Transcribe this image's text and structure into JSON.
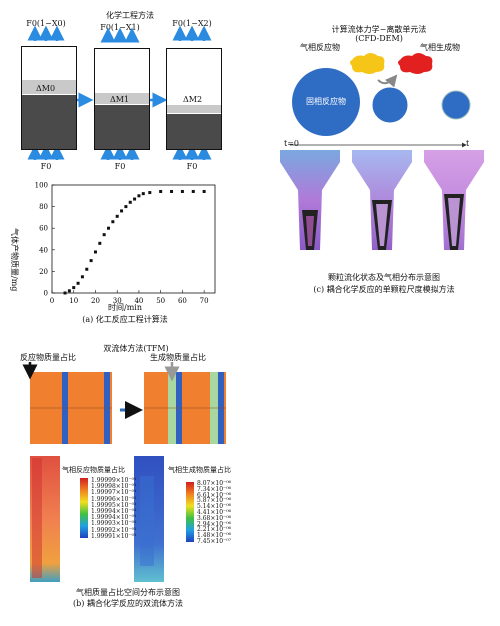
{
  "panel_a": {
    "header_center": "化学工程方法",
    "top_labels": [
      "F0(1−X0)",
      "F0(1−X1)",
      "F0(1−X2)"
    ],
    "mass_labels": [
      "ΔM0",
      "ΔM1",
      "ΔM2"
    ],
    "bottom_labels": [
      "F0",
      "F0",
      "F0"
    ],
    "caption": "(a) 化工反应工程计算法"
  },
  "chart_data": {
    "type": "scatter",
    "title": "",
    "xlabel": "时间/min",
    "ylabel": "气体产物质量/mg",
    "xlim": [
      0,
      75
    ],
    "ylim": [
      0,
      100
    ],
    "xticks": [
      0,
      10,
      20,
      30,
      40,
      50,
      60,
      70
    ],
    "yticks": [
      0,
      20,
      40,
      60,
      80,
      100
    ],
    "x": [
      6,
      8,
      10,
      12,
      14,
      16,
      18,
      20,
      22,
      24,
      26,
      28,
      30,
      32,
      34,
      36,
      38,
      40,
      42,
      45,
      50,
      55,
      60,
      65,
      70
    ],
    "y": [
      0,
      2,
      5,
      9,
      15,
      22,
      30,
      38,
      46,
      54,
      60,
      66,
      71,
      76,
      80,
      84,
      87,
      90,
      92,
      93,
      94,
      94,
      94,
      94,
      94
    ]
  },
  "panel_b": {
    "title": "双流体方法(TFM)",
    "label_left": "反应物质量占比",
    "label_right": "生成物质量占比",
    "legend_left_title": "气相反应物质量占比",
    "legend_left_ticks": [
      "1.99999×10⁻⁰¹",
      "1.99998×10⁻⁰¹",
      "1.99997×10⁻⁰¹",
      "1.99996×10⁻⁰¹",
      "1.99995×10⁻⁰¹",
      "1.99994×10⁻⁰¹",
      "1.99994×10⁻⁰¹",
      "1.99993×10⁻⁰¹",
      "1.99992×10⁻⁰¹",
      "1.99991×10⁻⁰¹"
    ],
    "legend_right_title": "气相生成物质量占比",
    "legend_right_ticks": [
      "8.07×10⁻⁰⁶",
      "7.34×10⁻⁰⁶",
      "6.61×10⁻⁰⁶",
      "5.87×10⁻⁰⁶",
      "5.14×10⁻⁰⁶",
      "4.41×10⁻⁰⁶",
      "3.68×10⁻⁰⁶",
      "2.94×10⁻⁰⁶",
      "2.21×10⁻⁰⁶",
      "1.48×10⁻⁰⁶",
      "7.45×10⁻⁰⁷"
    ],
    "subcaption": "气相质量占比空间分布示意图",
    "caption": "(b) 耦合化学反应的双流体方法"
  },
  "panel_c": {
    "title": "计算流体力学−离散单元法",
    "subtitle": "(CFD-DEM)",
    "label_gas_reactant": "气相反应物",
    "label_gas_product": "气相生成物",
    "label_solid": "固相反应物",
    "time_start": "t=0",
    "time_end": "t",
    "subcaption": "颗粒流化状态及气相分布示意图",
    "caption": "(c) 耦合化学反应的单颗粒尺度模拟方法",
    "colors": {
      "particle": "#2f6dc4",
      "reactant_gas": "#f5c518",
      "product_gas": "#e32020"
    }
  }
}
